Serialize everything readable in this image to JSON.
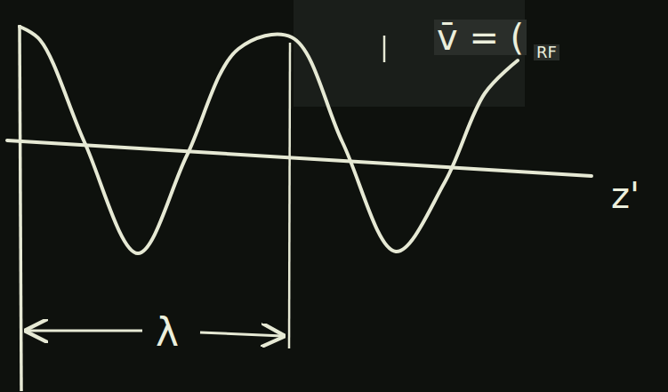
{
  "diagram": {
    "labels": [
      "v̄ = (",
      "RF",
      "z'",
      "λ"
    ]
  }
}
